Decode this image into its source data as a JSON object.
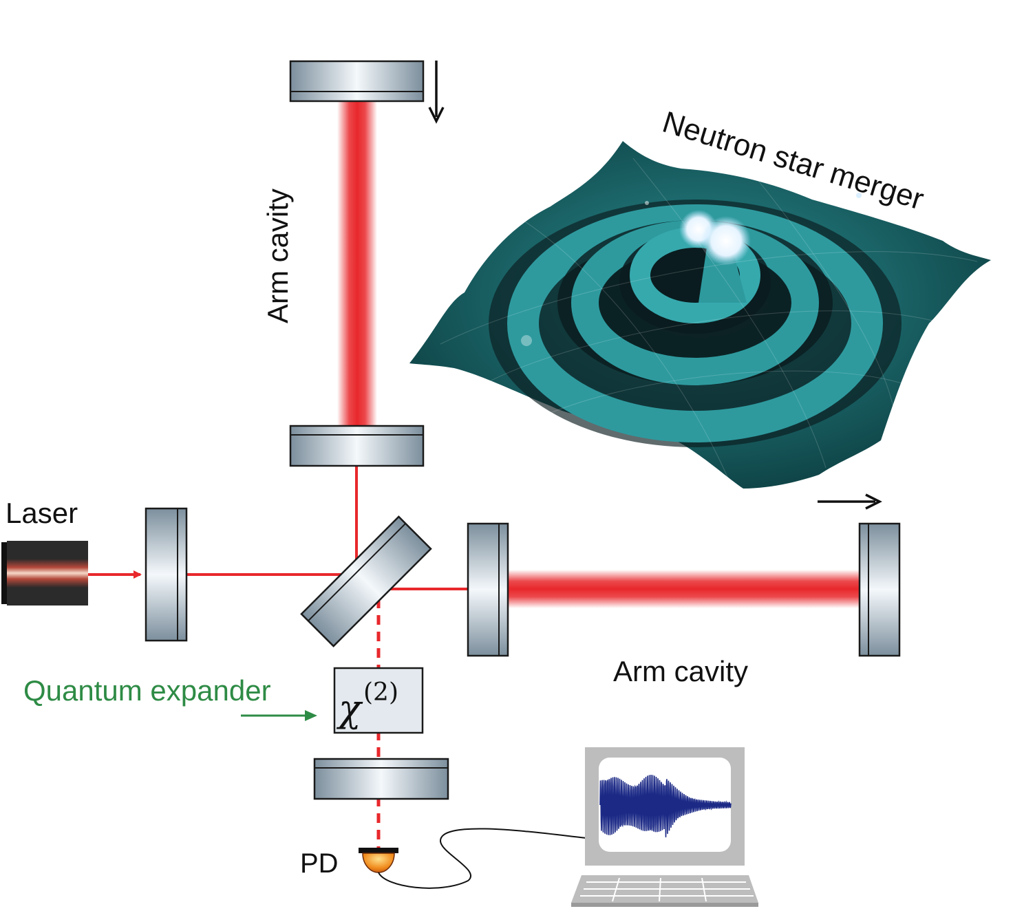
{
  "labels": {
    "arm_cavity_vertical": "Arm cavity",
    "arm_cavity_horizontal": "Arm cavity",
    "laser": "Laser",
    "quantum_expander": "Quantum expander",
    "pd": "PD",
    "merger": "Neutron star merger",
    "chi_symbol": "χ",
    "chi_superscript": "(2)"
  },
  "colors": {
    "beam": "#e8282c",
    "quantum_expander_text": "#2e8b45",
    "waveform": "#1c2a86",
    "surface": "#1e6f72",
    "monitor_frame": "#bdbdbd"
  },
  "icons": {
    "laser": "laser-source-icon",
    "detector": "photodetector-icon",
    "computer": "laptop-icon",
    "merger": "gravitational-wave-spiral-icon"
  }
}
